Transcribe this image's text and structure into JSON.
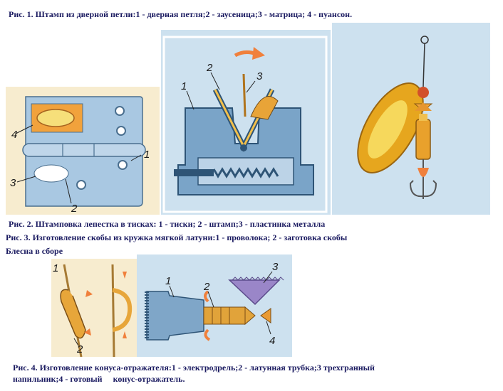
{
  "captions": {
    "fig1": "Рис. 1. Штамп из дверной петли:1 - дверная петля;2 - заусеница;3 - матрица; 4 - пуансон.",
    "fig2": "Рис. 2. Штамповка лепестка в тисках: 1 - тиски; 2 - штамп;3 - пластинка металла",
    "fig3": "Рис. 3. Изготовление скобы из кружка мягкой латуни:1 - проволока; 2 - заготовка скобы",
    "spinner": "Блесна в сборе",
    "fig4_line1": "Рис. 4. Изготовление конуса-отражателя:1 - электродрель;2 - латунная трубка;3 трехгранный",
    "fig4_line2": "напильник;4 - готовый     конус-отражатель."
  },
  "hinge_labels": {
    "l1": "1",
    "l2": "2",
    "l3": "3",
    "l4": "4"
  },
  "vise_labels": {
    "l1": "1",
    "l2": "2",
    "l3": "3"
  },
  "bracket_labels": {
    "l1": "1",
    "l2": "2"
  },
  "cone_labels": {
    "l1": "1",
    "l2": "2",
    "l3": "3",
    "l4": "4"
  },
  "colors": {
    "panel_blue": "#cde1ef",
    "panel_cream": "#f7eccf",
    "metal_blue": "#8fb4d2",
    "brass": "#e1a33a",
    "orange": "#f0803c",
    "purple": "#9a86c8",
    "caption": "#1a1a60"
  }
}
